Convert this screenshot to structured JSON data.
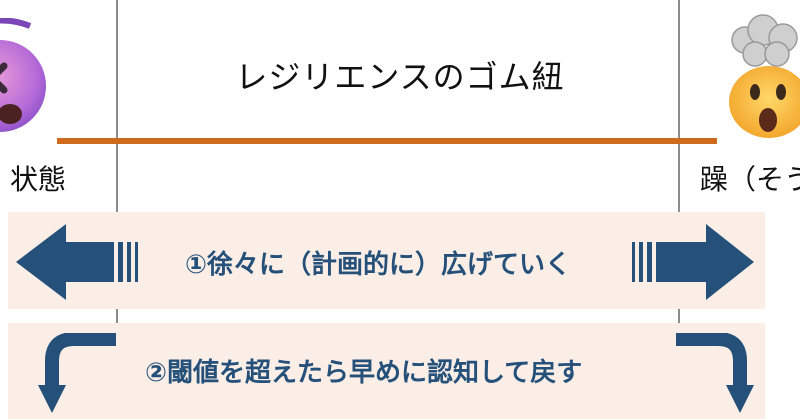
{
  "title": "レジリエンスのゴム紐",
  "left_state": {
    "label": "状態",
    "emoji": "dizzy-face-icon"
  },
  "right_state": {
    "label": "躁（そう",
    "emoji": "exploding-head-icon"
  },
  "steps": [
    {
      "label": "①徐々に（計画的に）広げていく"
    },
    {
      "label": "②閾値を超えたら早めに認知して戻す"
    }
  ],
  "colors": {
    "rubber_band": "#cf6a1c",
    "arrow": "#24507a",
    "band_bg": "#fbeee6",
    "guide_line": "#8c8c8c"
  }
}
